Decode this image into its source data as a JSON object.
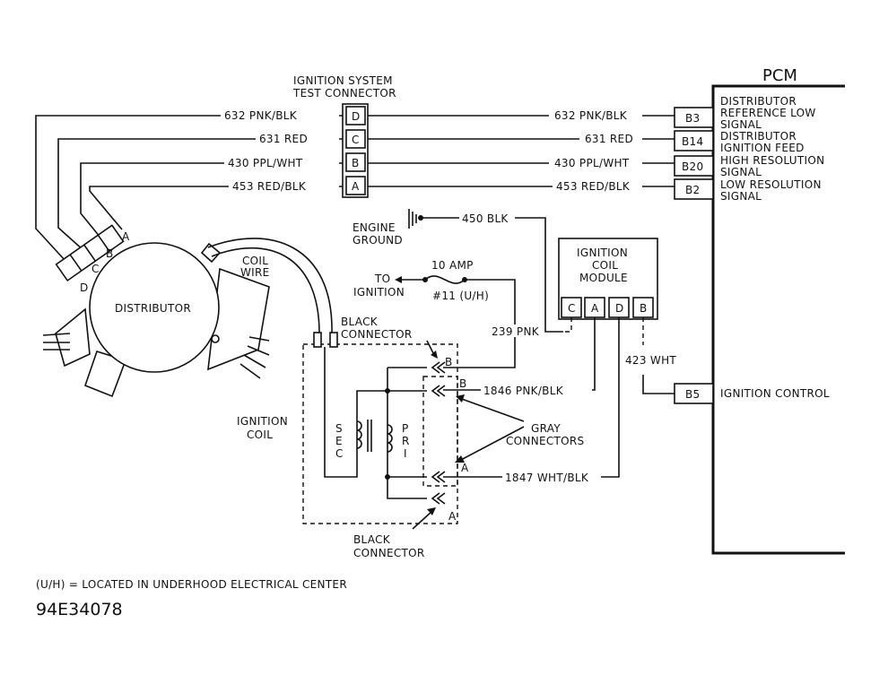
{
  "pcm": {
    "title": "PCM",
    "pins": [
      {
        "pin": "B3",
        "desc": [
          "DISTRIBUTOR",
          "REFERENCE LOW",
          "SIGNAL"
        ]
      },
      {
        "pin": "B14",
        "desc": [
          "DISTRIBUTOR",
          "IGNITION FEED"
        ]
      },
      {
        "pin": "B20",
        "desc": [
          "HIGH RESOLUTION",
          "SIGNAL"
        ]
      },
      {
        "pin": "B2",
        "desc": [
          "LOW RESOLUTION",
          "SIGNAL"
        ]
      },
      {
        "pin": "B5",
        "desc": [
          "IGNITION CONTROL"
        ]
      }
    ]
  },
  "test_connector": {
    "title": [
      "IGNITION SYSTEM",
      "TEST CONNECTOR"
    ],
    "pins": [
      "D",
      "C",
      "B",
      "A"
    ]
  },
  "wires": {
    "w632": "632 PNK/BLK",
    "w631": "631 RED",
    "w430": "430 PPL/WHT",
    "w453": "453 RED/BLK",
    "w632r": "632 PNK/BLK",
    "w631r": "631 RED",
    "w430r": "430 PPL/WHT",
    "w453r": "453 RED/BLK",
    "w450": "450 BLK",
    "w239": "239 PNK",
    "w423": "423 WHT",
    "w1846": "1846 PNK/BLK",
    "w1847": "1847 WHT/BLK"
  },
  "distributor": {
    "label": "DISTRIBUTOR",
    "pins": [
      "D",
      "C",
      "B",
      "A"
    ]
  },
  "labels": {
    "coil_wire": [
      "COIL",
      "WIRE"
    ],
    "engine_ground": [
      "ENGINE",
      "GROUND"
    ],
    "to_ignition": [
      "TO",
      "IGNITION"
    ],
    "fuse_amp": "10 AMP",
    "fuse_id": "#11 (U/H)",
    "black_connector_top": [
      "BLACK",
      "CONNECTOR"
    ],
    "ignition_coil": [
      "IGNITION",
      "COIL"
    ],
    "sec": [
      "S",
      "E",
      "C"
    ],
    "pri": [
      "P",
      "R",
      "I"
    ],
    "gray_connectors": [
      "GRAY",
      "CONNECTORS"
    ],
    "black_connector_bottom": [
      "BLACK",
      "CONNECTOR"
    ],
    "conn_b1": "B",
    "conn_b2": "B",
    "conn_a1": "A",
    "conn_a2": "A"
  },
  "module": {
    "title": [
      "IGNITION",
      "COIL",
      "MODULE"
    ],
    "pins": [
      "C",
      "A",
      "D",
      "B"
    ]
  },
  "footer": {
    "note": "(U/H) = LOCATED IN UNDERHOOD ELECTRICAL CENTER",
    "code": "94E34078"
  }
}
